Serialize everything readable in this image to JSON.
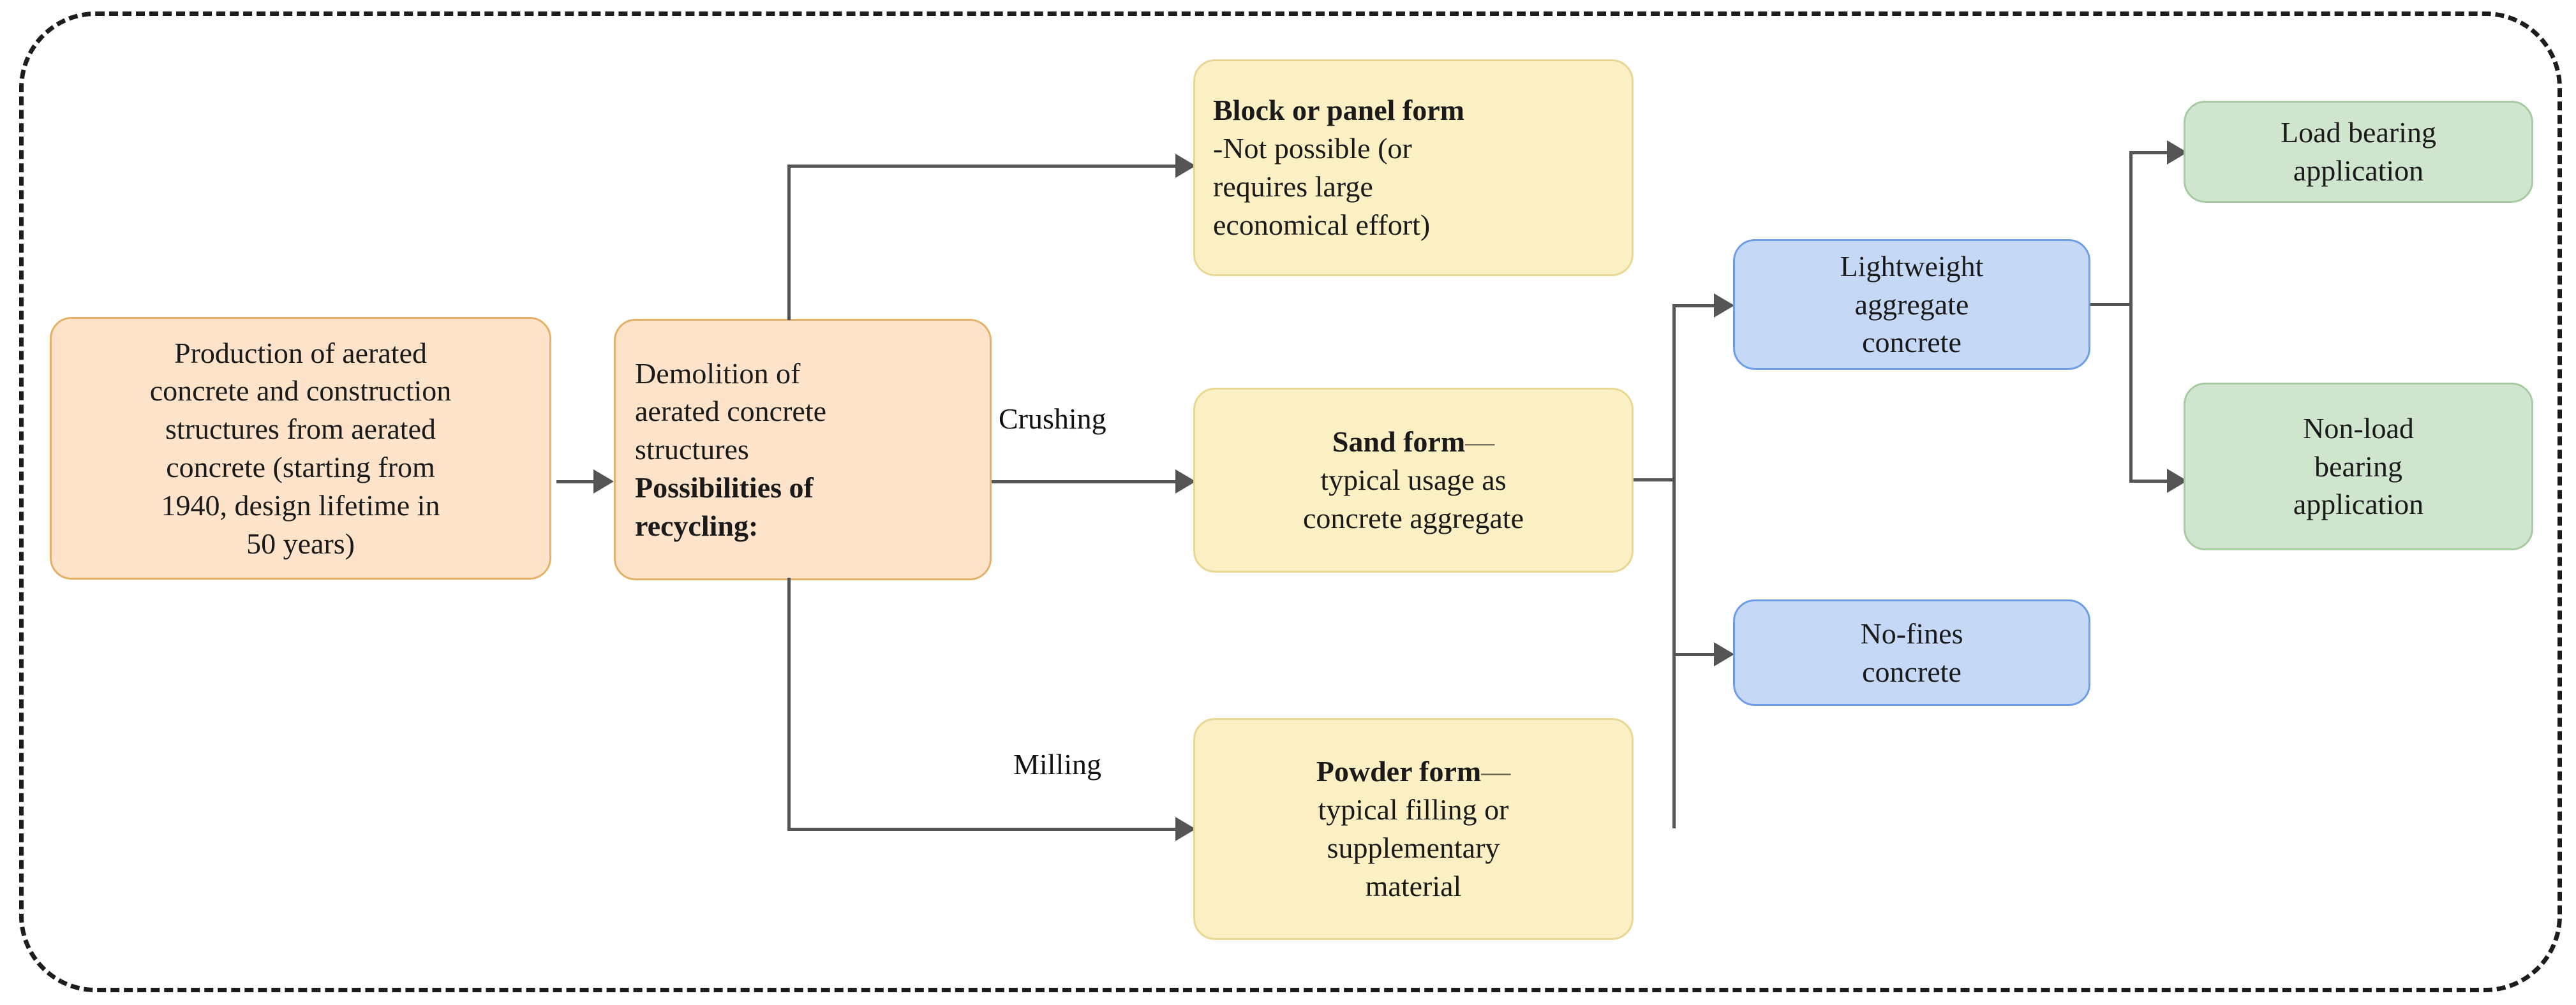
{
  "diagram": {
    "title_present": false,
    "colors": {
      "peach_fill": "#fce3c9",
      "peach_border": "#e3b168",
      "yellow_fill": "#fbefc4",
      "yellow_border": "#e9d893",
      "blue_fill": "#c5d9f7",
      "blue_border": "#6f9ee6",
      "green_fill": "#cfe5cd",
      "green_border": "#a8cba4",
      "connector": "#555555",
      "frame": "#1c1c1c"
    },
    "nodes": {
      "production": {
        "lines": [
          "Production of aerated",
          "concrete and construction",
          "structures from aerated",
          "concrete (starting from",
          "1940, design lifetime in",
          "50 years)"
        ]
      },
      "demolition": {
        "lines": [
          "Demolition of",
          "aerated concrete",
          "structures"
        ],
        "bold_lines": [
          "Possibilities of",
          "recycling:"
        ]
      },
      "block_panel": {
        "heading": "Block or panel form",
        "lines": [
          "-Not possible (or",
          "requires large",
          "economical effort)"
        ]
      },
      "sand": {
        "heading": "Sand form",
        "dash": "—",
        "lines": [
          "typical usage as",
          "concrete aggregate"
        ]
      },
      "powder": {
        "heading": "Powder form",
        "dash": "—",
        "lines": [
          "typical filling or",
          "supplementary",
          "material"
        ]
      },
      "lightweight": {
        "lines": [
          "Lightweight",
          "aggregate",
          "concrete"
        ]
      },
      "nofines": {
        "lines": [
          "No-fines",
          "concrete"
        ]
      },
      "load_bearing": {
        "lines": [
          "Load bearing",
          "application"
        ]
      },
      "non_load_bearing": {
        "lines": [
          "Non-load",
          "bearing",
          "application"
        ]
      }
    },
    "edge_labels": {
      "crushing": "Crushing",
      "milling": "Milling"
    }
  }
}
